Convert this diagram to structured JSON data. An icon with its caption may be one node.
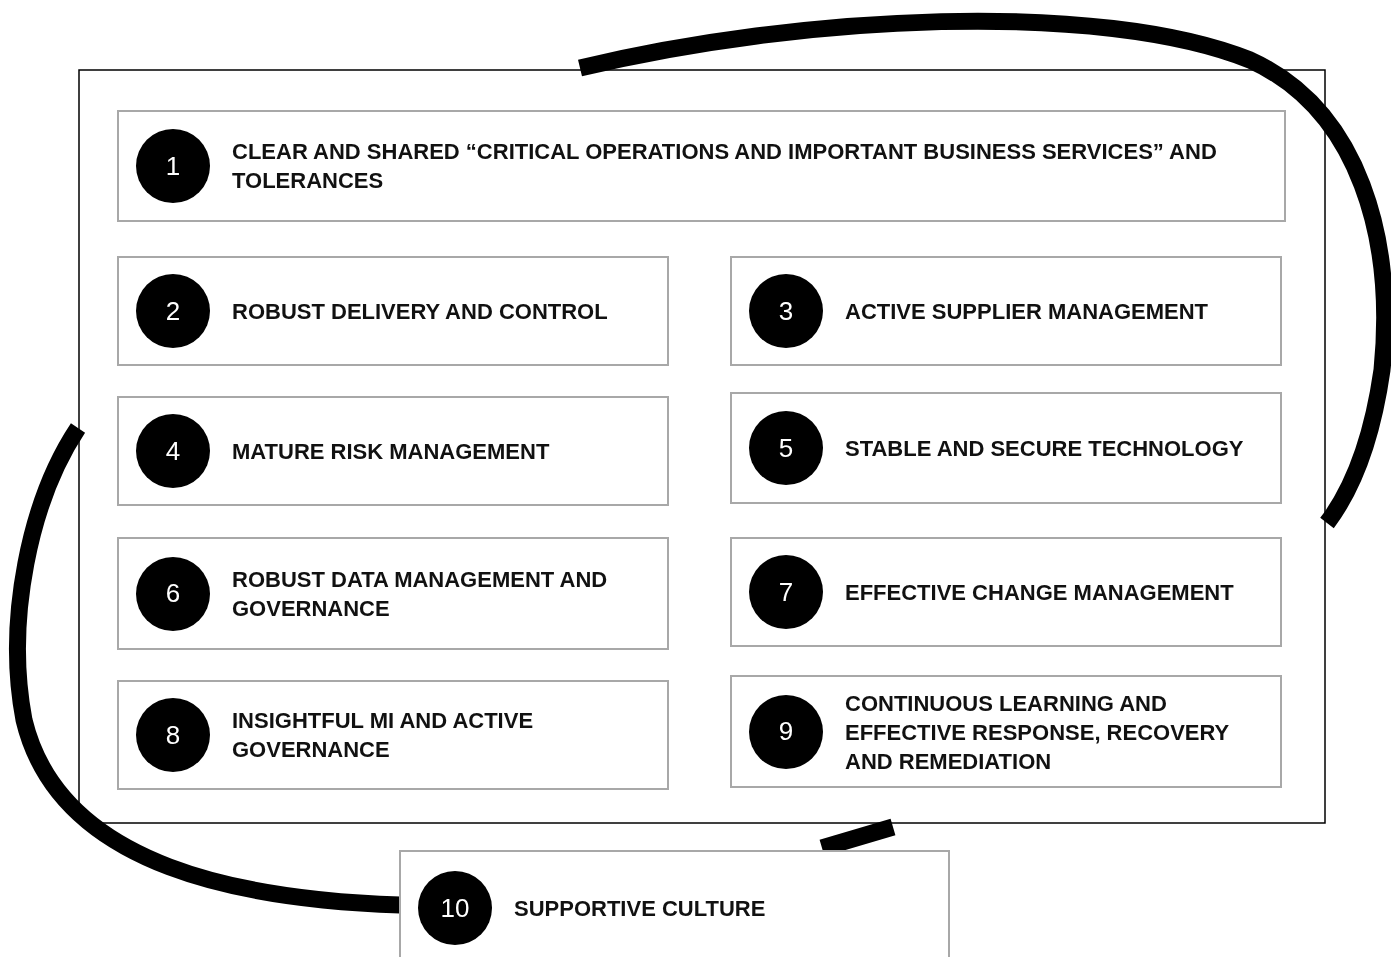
{
  "diagram": {
    "nodes": [
      {
        "text": [
          "CLEAR AND SHARED “CRITICAL OPERATIONS AND IMPORTANT BUSINESS SERVICES” AND TOLERANCES"
        ]
      },
      {
        "text": [
          "1"
        ],
        "in": 0
      },
      {
        "text": [
          "ROBUST DELIVERY AND CONTROL"
        ]
      },
      {
        "text": [
          "2"
        ],
        "in": 2
      },
      {
        "text": [
          "ACTIVE SUPPLIER MANAGEMENT"
        ]
      },
      {
        "text": [
          "3"
        ],
        "in": 4
      },
      {
        "text": [
          "MATURE RISK MANAGEMENT"
        ]
      },
      {
        "text": [
          "4"
        ],
        "in": 6
      },
      {
        "text": [
          "STABLE AND SECURE TECHNOLOGY"
        ]
      },
      {
        "text": [
          "5"
        ],
        "in": 8
      },
      {
        "text": [
          "ROBUST DATA MANAGEMENT AND GOVERNANCE"
        ]
      },
      {
        "text": [
          "6"
        ],
        "in": 10
      },
      {
        "text": [
          "EFFECTIVE CHANGE MANAGEMENT"
        ]
      },
      {
        "text": [
          "7"
        ],
        "in": 12
      },
      {
        "text": [
          "INSIGHTFUL MI AND ACTIVE GOVERNANCE"
        ]
      },
      {
        "text": [
          "8"
        ],
        "in": 14
      },
      {
        "text": [
          "CONTINUOUS LEARNING AND EFFECTIVE RESPONSE, RECOVERY AND REMEDIATION"
        ]
      },
      {
        "text": [
          "9"
        ],
        "in": 16
      },
      {
        "text": [
          "SUPPORTIVE CULTURE"
        ]
      },
      {
        "text": [
          "10"
        ],
        "in": 18
      }
    ]
  }
}
